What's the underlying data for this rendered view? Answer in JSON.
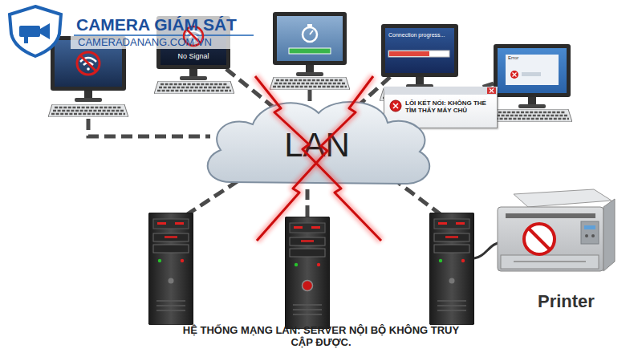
{
  "diagram": {
    "caption": "HỆ THỐNG MẠNG LAN: SERVER NỘI BỘ KHÔNG TRUY CẬP ĐƯỢC.",
    "nodes": [
      {
        "text": [
          "No Signal"
        ]
      },
      {
        "text": [
          "Connection progress..."
        ]
      },
      {
        "text": [
          "Error"
        ]
      },
      {
        "text": [
          "LỖI KẾT NỐI: KHÔNG THỂ TÌM THẤY MÁY CHỦ"
        ]
      },
      {
        "text": [
          "LAN"
        ]
      },
      {
        "text": [
          "Printer"
        ]
      }
    ],
    "edges": [
      {
        "from": 0,
        "to": 4,
        "arrow": "none"
      },
      {
        "from": 1,
        "to": 4,
        "arrow": "none"
      },
      {
        "from": 2,
        "to": 4,
        "arrow": "none"
      }
    ],
    "labels": [
      "CAMERA GIÁM SÁT",
      "CAMERADANANG.COM.VN"
    ]
  }
}
